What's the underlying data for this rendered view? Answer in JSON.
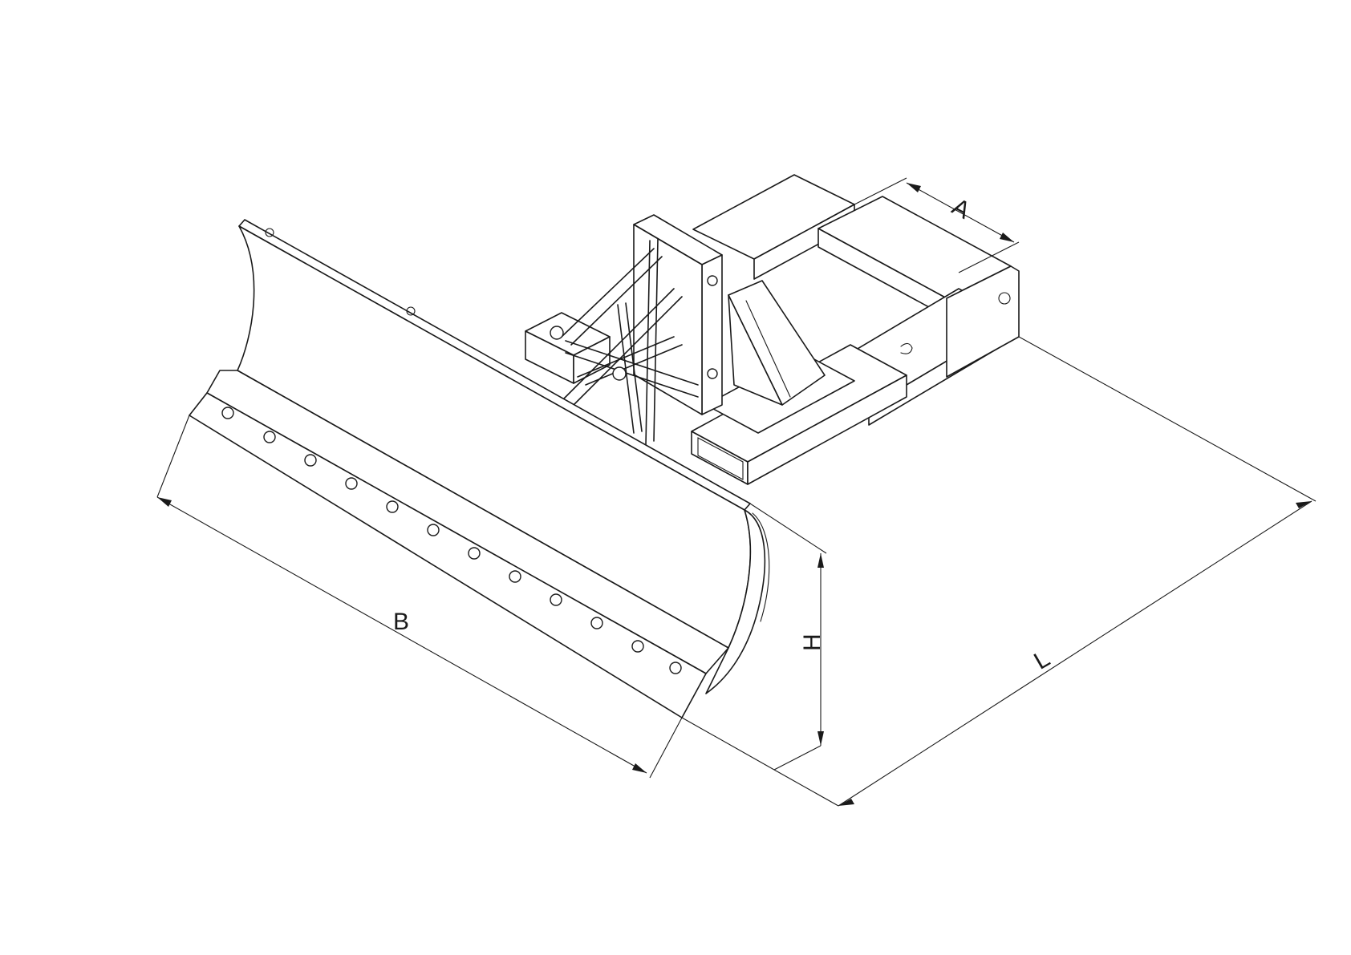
{
  "dimensions": {
    "width_label": "B",
    "height_label": "H",
    "length_label": "L",
    "frame_width_label": "A"
  },
  "colors": {
    "line": "#1a1a1a",
    "background": "#ffffff"
  }
}
